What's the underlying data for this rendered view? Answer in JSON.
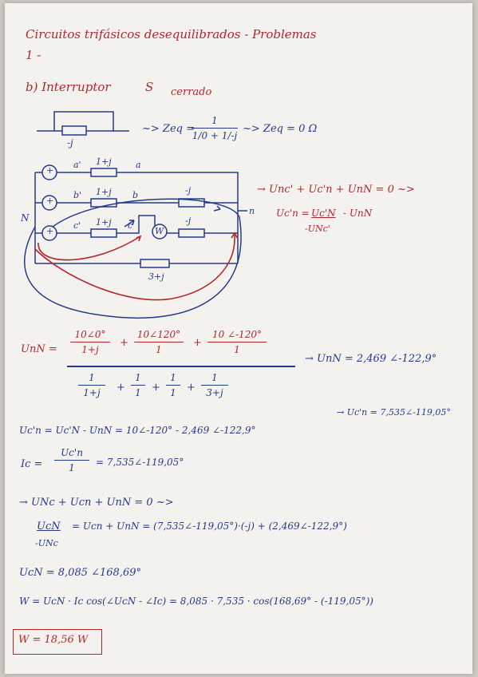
{
  "title": "Circuitos trifásicos desequilibrados - Problemas",
  "problem_number": "1 -",
  "part_label": "b) Interruptor",
  "switch_name": "S",
  "switch_state": "cerrado",
  "zeq": {
    "lhs": "~> Zeq =",
    "num": "1",
    "den": "1/0 + 1/-j",
    "rhs": "~> Zeq = 0 Ω",
    "impedance_label": "-j"
  },
  "circuit": {
    "node_N": "N",
    "node_n": "n",
    "phase_a": {
      "source": "+",
      "node1": "a'",
      "impedance": "1+j",
      "node2": "a"
    },
    "phase_b": {
      "source": "+",
      "node1": "b'",
      "impedance": "1+j",
      "node2": "b",
      "load": "-j"
    },
    "phase_c": {
      "source": "+",
      "node1": "c'",
      "impedance": "1+j",
      "node2": "c",
      "wattmeter": "W",
      "load": "-j"
    },
    "neutral_impedance": "3+j"
  },
  "kvl": {
    "line1": "→ Unc' + Uc'n + UnN = 0 ~>",
    "line2_lhs": "Uc'n = ",
    "line2_term": "Uc'N",
    "line2_rest": "- UnN",
    "line2_under": "-UNc'"
  },
  "unn": {
    "lhs": "UnN =",
    "t1_num": "10∠0°",
    "t1_den": "1+j",
    "t2_num": "10∠120°",
    "t2_den": "1",
    "t3_num": "10 ∠-120°",
    "t3_den": "1",
    "d1": "1+j",
    "d2": "1",
    "d3": "1",
    "d4": "3+j",
    "d_num": "1",
    "result": "→ UnN = 2,469 ∠-122,9°"
  },
  "ucn_eq": {
    "expr": "Uc'n = Uc'N - UnN = 10∠-120° - 2,469 ∠-122,9°",
    "result": "→ Uc'n = 7,535∠-119,05°"
  },
  "ic_eq": {
    "lhs": "Ic =",
    "num": "Uc'n",
    "den": "1",
    "rhs": "= 7,535∠-119,05°"
  },
  "kvl2": "→ UNc + Ucn + UnN = 0 ~>",
  "ucn2": {
    "lhs": "UcN",
    "under": "-UNc",
    "expr": "= Ucn + UnN = (7,535∠-119,05°)·(-j) + (2,469∠-122,9°)"
  },
  "ucn_result": "UcN = 8,085 ∠168,69°",
  "w_eq": "W = UcN · Ic cos(∠UcN - ∠Ic) = 8,085 · 7,535 · cos(168,69° - (-119,05°))",
  "w_result": "W = 18,56 W"
}
